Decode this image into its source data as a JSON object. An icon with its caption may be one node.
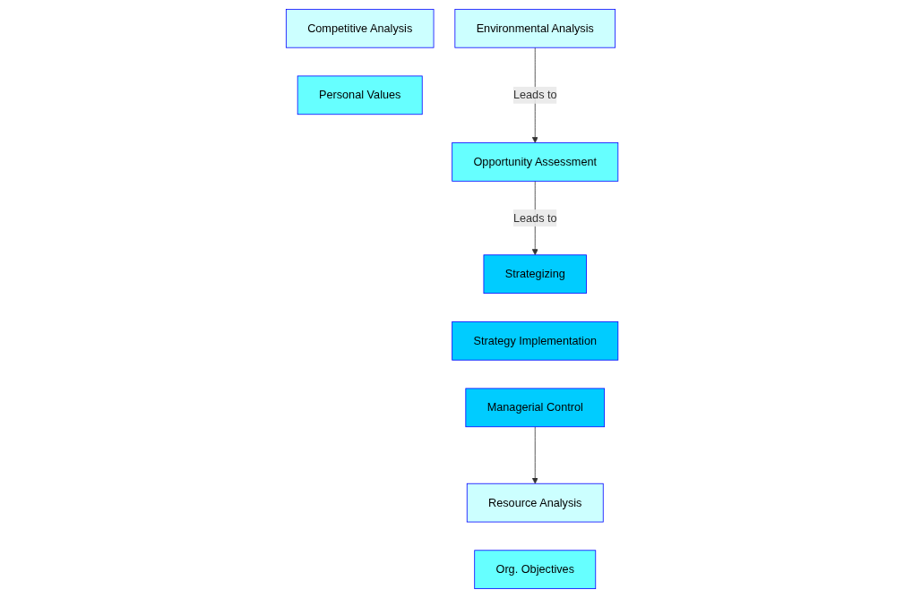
{
  "diagram": {
    "nodes": [
      {
        "text": [
          "Resource Analysis"
        ]
      },
      {
        "text": [
          "Environmental Analysis"
        ]
      },
      {
        "text": [
          "Competitive Analysis"
        ]
      },
      {
        "text": [
          "Org. Objectives"
        ]
      },
      {
        "text": [
          "Opportunity Assessment"
        ]
      },
      {
        "text": [
          "Personal Values"
        ]
      },
      {
        "text": [
          "Strategizing"
        ]
      },
      {
        "text": [
          "Strategy Implementation"
        ]
      },
      {
        "text": [
          "Managerial Control"
        ]
      }
    ],
    "edges": [
      {
        "from": 1,
        "to": 4,
        "arrow": "to",
        "label": "Leads to"
      },
      {
        "from": 4,
        "to": 6,
        "arrow": "to",
        "label": "Leads to"
      },
      {
        "from": 8,
        "to": 0,
        "arrow": "to"
      }
    ]
  }
}
